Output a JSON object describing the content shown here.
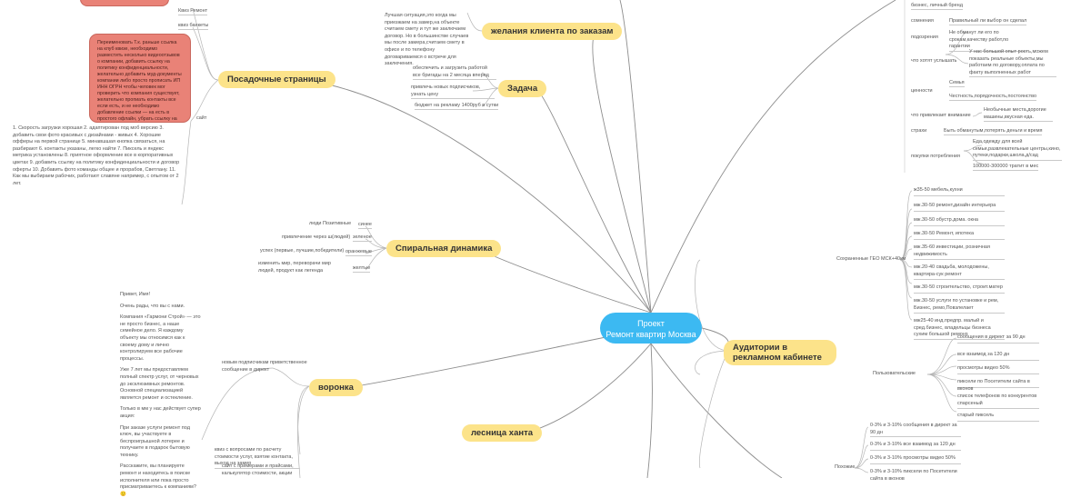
{
  "center": {
    "line1": "Проект",
    "line2": "Ремонт квартир Москва"
  },
  "topics": {
    "landing": "Посадочные страницы",
    "wishes": "желания клиента по заказам",
    "task": "Задача",
    "spiral": "Спиральная динамика",
    "funnel": "воронка",
    "hunt": "лесница ханта",
    "audience": "Аудитории в рекламном кабинете"
  },
  "landing": {
    "kviz": "Квиз Ремонт",
    "bank": "квиз банкеты",
    "site": "сайт",
    "note": "Переименовать Т.к. раньше ссылка на клуб квизе, необходимо разместить несколько видеоотзывов о компании, добавить ссылку на политику конфиденциальности, желательно добавить муд-документы компании либо просто прописать ИП ИНН ОГРН чтобы человек мог проверить что компания существует, желательно пропиать контакты все если есть, и не необходимо добавление ссылки — на есть в простого офлайн, убрать ссылку на соц.сетей Wконтакте, добавить когда будет группа. (для примера можно посмотреть сайт ss-group.pro)",
    "audit": "1. Скорость загрузки хорошая 2. адаптирован под моб версию 3. добавить свои фото красивых с дизайнами - живых 4. Хорошие офферы на первой странице 5. минавшшая кнопка связаться, на разбирают 6. контакты указаны, легко найти 7. Пиксель и яндекс метрика установлены 8. приятное оформление все в корпоративных цветах 9. добавить ссылку на политику конфиденциальности и договор оферты 10. Добавить фото команды общее и прорабов, Светлану. 11. Как мы выбираем рабочих, работают славяне например, с опытом от 2 лет."
  },
  "wishes": {
    "text": "Лучшая ситуация,это когда мы приезжаем на замер,на объекте считаем смету и тут же заключаем договор. Но в большинстве случаев мы после замера,считаем смету в офисе и по телефону договариваемся о встрече для заключения."
  },
  "task": {
    "items": [
      "обеспечить и загрузить работой все бригады на 2 месяца вперед",
      "привлечь новых подписчиков, узнать цену",
      "бюджет на рекламу 1400руб в сутки"
    ]
  },
  "spiral": {
    "rows": [
      {
        "left": "люди Позитивные",
        "right": "синее"
      },
      {
        "left": "привлечение через ш(людей)",
        "right": "зеленое"
      },
      {
        "left": "успех (первые, лучшие,победители)",
        "right": "оранжевые"
      },
      {
        "left": "изменить мир, переворачи мир людей, продукт как легенда",
        "right": "желтые"
      }
    ]
  },
  "funnel": {
    "label": "новым подписчикам приветственное сообщение в директ",
    "message": [
      "Привет, Имя!",
      "Очень рады, что вы с нами.",
      "Компания «Гармони Строй» — это не просто бизнес, а наше семейное дело. Я каждому объекту мы относимся как к своему дому и лично контролируем все рабочие процессы.",
      "Уже 7 лет мы предоставляем полный спектр услуг, от черновых до эксклюзивных ремонтов. Основной специализацией является ремонт и остекление.",
      "Только в мм у нас действует супер акция:",
      "При заказе услуги ремонт под ключ, вы участвуете в беспроигрышной лотерее и получаете в подарок бытовую технику.",
      "Расскажите, вы планируете ремонт и находитесь в поиске исполнителя или пока просто присматриваетесь к компаниям? 🙂"
    ],
    "item2": "квиз с вопросами по расчету стоимости услуг, взятие контакта, выход на замер",
    "item3": "сайт с примерами и прайсами, калькулятор стоимости, акции"
  },
  "audience": {
    "saved": "Сохраненные ГЕО МСК+40км",
    "custom": "Пользовательские",
    "lookalike": "Похожие",
    "saved_items": [
      "ж35-50 мебель,кухни",
      "мж.30-50 ремонт,дизайн интерьера",
      "мж.30-50 обустр.дома. окна",
      "мж.30-50 Ремонт, ипотека",
      "мж.35-60 инвестиции, розничная недвижимость",
      "мж.20-40 свадьба, молодожены, квартира-сук ремонт",
      "мж.30-50 строительство, строит.матер",
      "мж.30-50 услуги по установке и рем, Бизнес, ремо,Повзлелает",
      "мж25-40 инд.предпр. малый и сред.бизнес, владельцы бизнеса сухим большой ремонт"
    ],
    "custom_items": [
      "сообщения в директ за 90 дн",
      "все взаимод за 120 дн",
      "просмотры видео 50%",
      "пиксели по Посетители сайта в вконов",
      "список телефонов по конкурентов спарсеный",
      "старый пиксель"
    ],
    "look_items": [
      "0-3% и 3-10% сообщения в директ за 90 дн",
      "0-3% и 3-10% все взаимод за 120 дн",
      "0-3% и 3-10% просмотры видео 50%",
      "0-3% и 3-10% пиксели по Посетители сайта в вконов"
    ]
  },
  "persona": {
    "rows": [
      {
        "left": "",
        "right": "бизнес, личный бренд"
      },
      {
        "left": "сомнения",
        "right": "Правильный ли выбор он сделал"
      },
      {
        "left": "подозрения",
        "right": "Не обманут ли его по срокам,качеству работ,по гарантии"
      },
      {
        "left": "что хотят услышать",
        "right": "У нас большой опыт рость,можем показать реальные объекты,мы работаем по договору,оплата по факту выполненных работ"
      },
      {
        "left": "ценности",
        "right": "Семья"
      },
      {
        "left": "",
        "right": "Честность,порядочность,постоянство"
      },
      {
        "left": "что привлекает внимание",
        "right": "Необычные места,дорогие машины,вкусная еда."
      },
      {
        "left": "страхи",
        "right": "Быть обманутым,потерять деньги и время"
      },
      {
        "left": "покупки потребления",
        "right": "Еда,одежду для всей семьи,развлекательные центры,кино, путеки,подарки,школа,д/сад"
      },
      {
        "left": "",
        "right": "100000-300000 тратит в мес"
      }
    ]
  }
}
